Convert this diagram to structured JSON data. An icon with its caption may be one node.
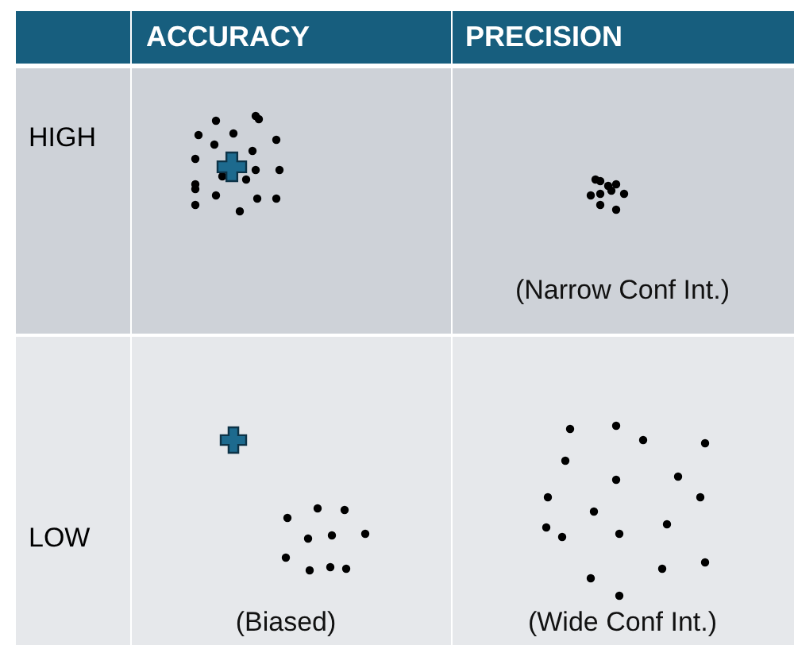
{
  "diagram": {
    "labels": [
      "ACCURACY",
      "PRECISION",
      "HIGH",
      "(Narrow Conf Int.)",
      "LOW",
      "(Biased)",
      "(Wide Conf Int.)"
    ]
  }
}
